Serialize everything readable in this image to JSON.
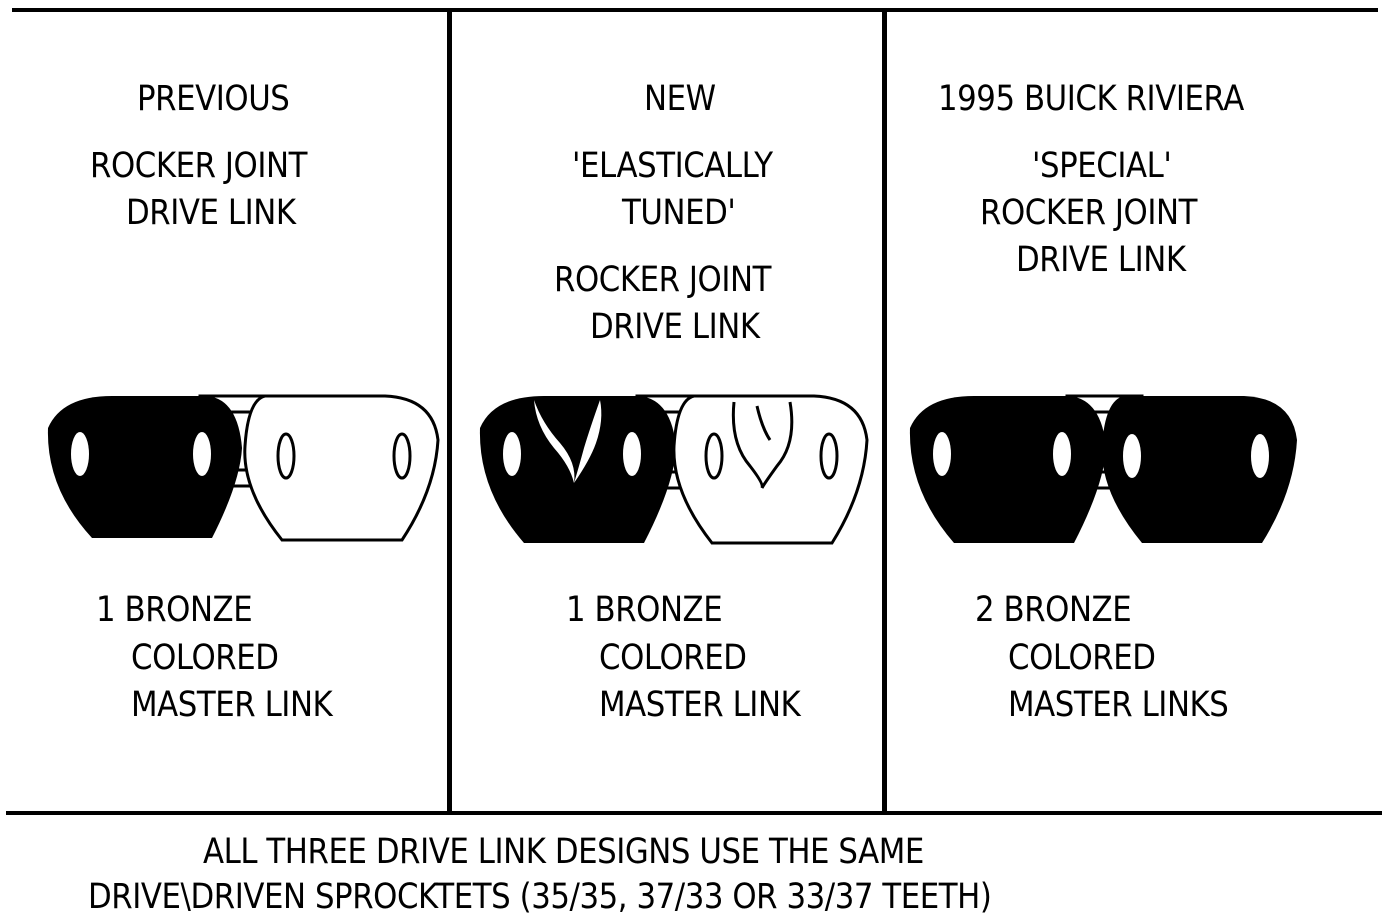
{
  "panels": [
    {
      "heading": "PREVIOUS",
      "title_lines": [
        "ROCKER JOINT",
        "DRIVE LINK"
      ],
      "caption_lines": [
        "1 BRONZE",
        "COLORED",
        "MASTER LINK"
      ]
    },
    {
      "heading": "NEW",
      "title_lines": [
        "'ELASTICALLY",
        "TUNED'",
        "ROCKER JOINT",
        "DRIVE LINK"
      ],
      "caption_lines": [
        "1 BRONZE",
        "COLORED",
        "MASTER LINK"
      ]
    },
    {
      "heading": "1995 BUICK RIVIERA",
      "title_lines": [
        "'SPECIAL'",
        "ROCKER JOINT",
        "DRIVE LINK"
      ],
      "caption_lines": [
        "2 BRONZE",
        "COLORED",
        "MASTER LINKS"
      ]
    }
  ],
  "footer": {
    "line1": "ALL THREE DRIVE LINK DESIGNS USE THE SAME",
    "line2": "DRIVE\\DRIVEN SPROCKTETS (35/35, 37/33 OR 33/37 TEETH)"
  },
  "colors": {
    "ink": "#000000",
    "paper": "#ffffff"
  }
}
